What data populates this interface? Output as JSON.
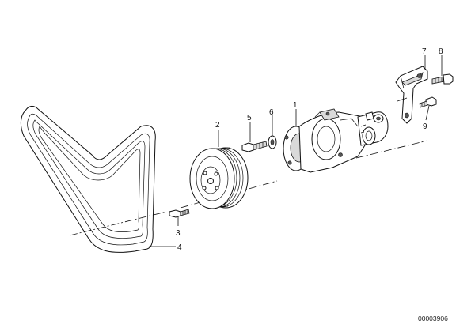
{
  "callouts": {
    "pump": "1",
    "pulley": "2",
    "pulley_bolt": "3",
    "belt": "4",
    "pump_bolt": "5",
    "washer": "6",
    "bracket": "7",
    "bracket_bolt_upper": "8",
    "bracket_bolt_lower": "9"
  },
  "document_number": "00003906"
}
